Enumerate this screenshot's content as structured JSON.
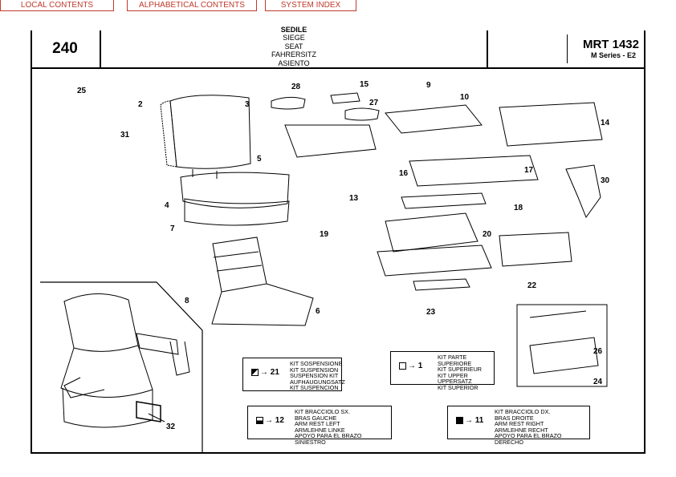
{
  "nav": {
    "left_label": "LOCAL CONTENTS",
    "center_label": "ALPHABETICAL CONTENTS",
    "right_label": "SYSTEM INDEX"
  },
  "header": {
    "page_number": "240",
    "titles": [
      "SEDILE",
      "SIEGE",
      "SEAT",
      "FAHRERSITZ",
      "ASIENTO"
    ],
    "model_code": "MRT 1432",
    "model_series": "M Series - E2"
  },
  "callouts": [
    "25",
    "2",
    "3",
    "31",
    "5",
    "4",
    "7",
    "8",
    "6",
    "28",
    "15",
    "27",
    "9",
    "10",
    "14",
    "16",
    "17",
    "13",
    "30",
    "18",
    "19",
    "20",
    "22",
    "23",
    "26",
    "24",
    "32"
  ],
  "legends": [
    {
      "ref": "21",
      "symbol": "triangle",
      "lines": [
        "KIT SOSPENSIONE",
        "KIT SUSPENSION",
        "SUSPENSION KIT",
        "AUFHAUGUNGSATZ",
        "KIT SUSPENCION"
      ]
    },
    {
      "ref": "1",
      "symbol": "empty",
      "lines": [
        "KIT PARTE SUPERIORE",
        "KIT SUPERIEUR",
        "KIT UPPER",
        "UPPERSATZ",
        "KIT SUPERIOR"
      ]
    },
    {
      "ref": "12",
      "symbol": "half",
      "lines": [
        "KIT BRACCIOLO SX.",
        "BRAS GAUCHE",
        "ARM REST LEFT",
        "ARMLEHNE LINKE",
        "APOYO PARA EL BRAZO SINIESTRO"
      ]
    },
    {
      "ref": "11",
      "symbol": "full",
      "lines": [
        "KIT BRACCIOLO DX.",
        "BRAS DROITE",
        "ARM REST RIGHT",
        "ARMLEHNE RECHT",
        "APOYO PARA EL BRAZO DERECHO"
      ]
    }
  ]
}
